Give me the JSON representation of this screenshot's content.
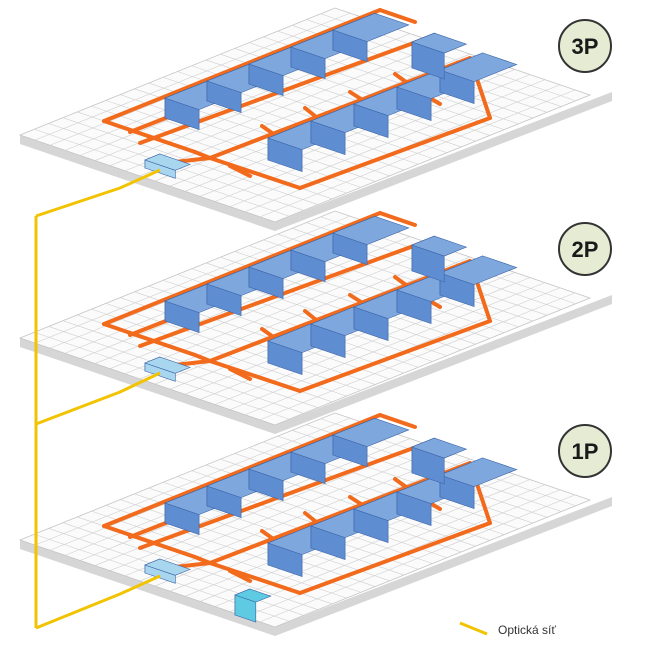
{
  "colors": {
    "grid_line": "#cfcfcf",
    "floor_fill": "#fbfbfb",
    "floor_edge": "#d6d6d6",
    "copper_cable": "#f26a1b",
    "optical_cable": "#f2c300",
    "rack_top": "#7ea7dd",
    "rack_left": "#4a78c2",
    "rack_right": "#5f8dd2",
    "switch_top": "#a9d6ef",
    "switch_side": "#6fb1dc",
    "ups_top": "#5fcbe3",
    "ups_side": "#2a9fc2",
    "badge_fill": "#e6ecd4",
    "badge_stroke": "#333333"
  },
  "icons": {
    "rack": "server-rack-icon",
    "switch": "network-switch-icon",
    "ups": "ups-unit-icon",
    "standalone": "storage-cabinet-icon"
  },
  "floors": [
    {
      "id": "3p",
      "label": "3P",
      "has_ups": false
    },
    {
      "id": "2p",
      "label": "2P",
      "has_ups": false
    },
    {
      "id": "1p",
      "label": "1P",
      "has_ups": true
    }
  ],
  "legend": {
    "label": "Optická síť"
  }
}
